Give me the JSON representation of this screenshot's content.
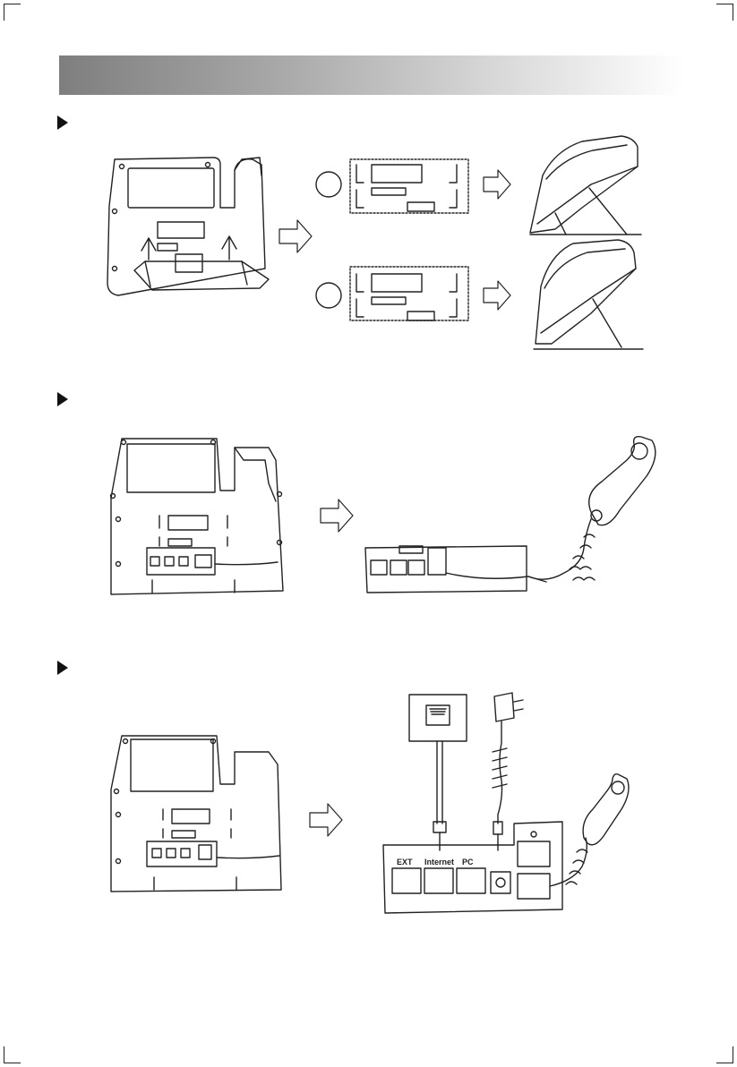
{
  "header": {
    "bar_color_start": "#7e7e7e",
    "bar_color_end": "#ffffff"
  },
  "sections": [
    {
      "id": "stand",
      "options": [
        "",
        ""
      ],
      "port_labels": []
    },
    {
      "id": "handset",
      "port_labels": []
    },
    {
      "id": "connect",
      "port_labels": [
        "EXT",
        "Internet",
        "PC"
      ]
    }
  ]
}
